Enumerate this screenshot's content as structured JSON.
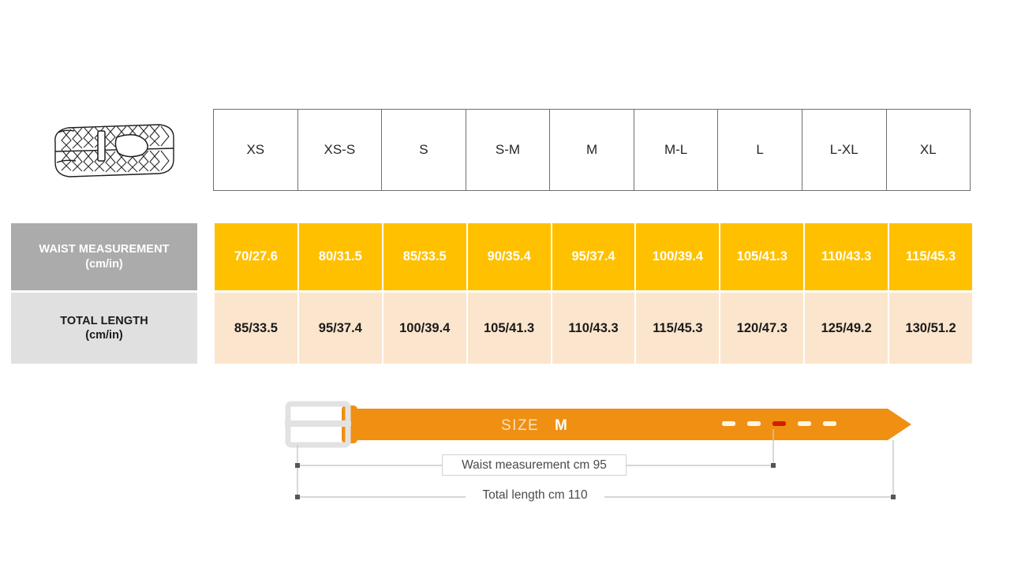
{
  "product_icon": {
    "name": "woven-braided-belt-illustration"
  },
  "size_table": {
    "sizes": [
      "XS",
      "XS-S",
      "S",
      "S-M",
      "M",
      "M-L",
      "L",
      "L-XL",
      "XL"
    ],
    "rows": [
      {
        "key": "waist",
        "label_main": "WAIST MEASUREMENT",
        "label_sub": "(cm/in)",
        "label_bg": "#ABABAB",
        "cell_bg": "#FFC000",
        "cell_color": "#FFFFFF",
        "values": [
          "70/27.6",
          "80/31.5",
          "85/33.5",
          "90/35.4",
          "95/37.4",
          "100/39.4",
          "105/41.3",
          "110/43.3",
          "115/45.3"
        ]
      },
      {
        "key": "length",
        "label_main": "TOTAL LENGTH",
        "label_sub": "(cm/in)",
        "label_bg": "#E0E0E0",
        "cell_bg": "#FCE5CD",
        "cell_color": "#1A1A1A",
        "values": [
          "85/33.5",
          "95/37.4",
          "100/39.4",
          "105/41.3",
          "110/43.3",
          "115/45.3",
          "120/47.3",
          "125/49.2",
          "130/51.2"
        ]
      }
    ]
  },
  "diagram": {
    "belt_color": "#EF9013",
    "buckle_color": "#E8E8E8",
    "size_prefix": "SIZE",
    "size_value": "M",
    "holes_total": 5,
    "highlighted_hole_index": 3,
    "highlight_color": "#CC2200",
    "waist_callout": "Waist measurement cm 95",
    "length_callout": "Total length cm 110"
  }
}
